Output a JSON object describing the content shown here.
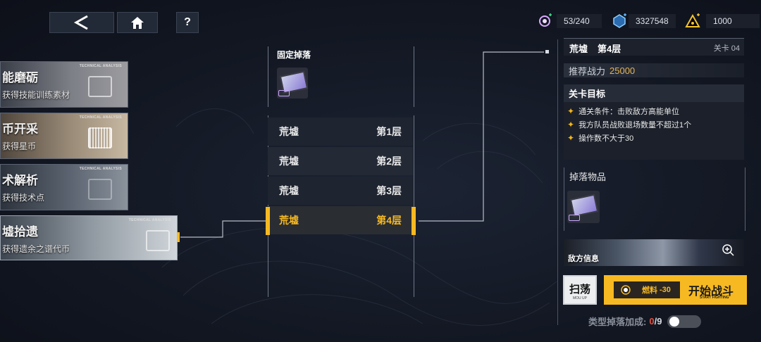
{
  "nav": {
    "back_icon": "chevron-left-icon",
    "home_icon": "home-icon",
    "help_label": "?"
  },
  "resources": [
    {
      "icon": "energy-orb-icon",
      "value": "53/240",
      "color": "#d9a8ff"
    },
    {
      "icon": "crystal-icon",
      "value": "3327548",
      "color": "#5fb8ff"
    },
    {
      "icon": "triangle-token-icon",
      "value": "1000",
      "color": "#f4c430"
    }
  ],
  "modes": [
    {
      "title": "能磨砺",
      "sub": "获得技能训练素材",
      "tag": "TECHNICAL ANALYSIS"
    },
    {
      "title": "币开采",
      "sub": "获得星币",
      "tag": "TECHNICAL ANALYSIS"
    },
    {
      "title": "术解析",
      "sub": "获得技术点",
      "tag": "TECHNICAL ANALYSIS"
    },
    {
      "title": "墟拾遗",
      "sub": "获得遗余之谱代币",
      "tag": "TECHNICAL ANALYSIS"
    }
  ],
  "fixed_drop": {
    "label": "固定掉落"
  },
  "floors": [
    {
      "name": "荒墟",
      "level": "第1层"
    },
    {
      "name": "荒墟",
      "level": "第2层"
    },
    {
      "name": "荒墟",
      "level": "第3层"
    },
    {
      "name": "荒墟",
      "level": "第4层"
    }
  ],
  "selected_floor": 4,
  "detail": {
    "stage_name": "荒墟",
    "stage_level": "第4层",
    "stage_code": "关卡 04",
    "power_label": "推荐战力",
    "power_value": "25000",
    "objectives_label": "关卡目标",
    "objectives": [
      "通关条件：击败敌方高能单位",
      "我方队员战败退场数量不超过1个",
      "操作数不大于30"
    ],
    "drops_label": "掉落物品",
    "enemy_label": "敌方信息",
    "sweep_label": "扫荡",
    "sweep_sub": "MOU UP",
    "fuel_label": "燃料",
    "fuel_cost": "-30",
    "start_label": "开始战斗",
    "start_sub": "START FIGHTING",
    "bonus_label": "类型掉落加成:",
    "bonus_current": "0",
    "bonus_max": "/9",
    "bonus_toggle": false
  },
  "colors": {
    "accent": "#f7b922",
    "panel": "#1f2530",
    "text": "#e8e8e8"
  }
}
